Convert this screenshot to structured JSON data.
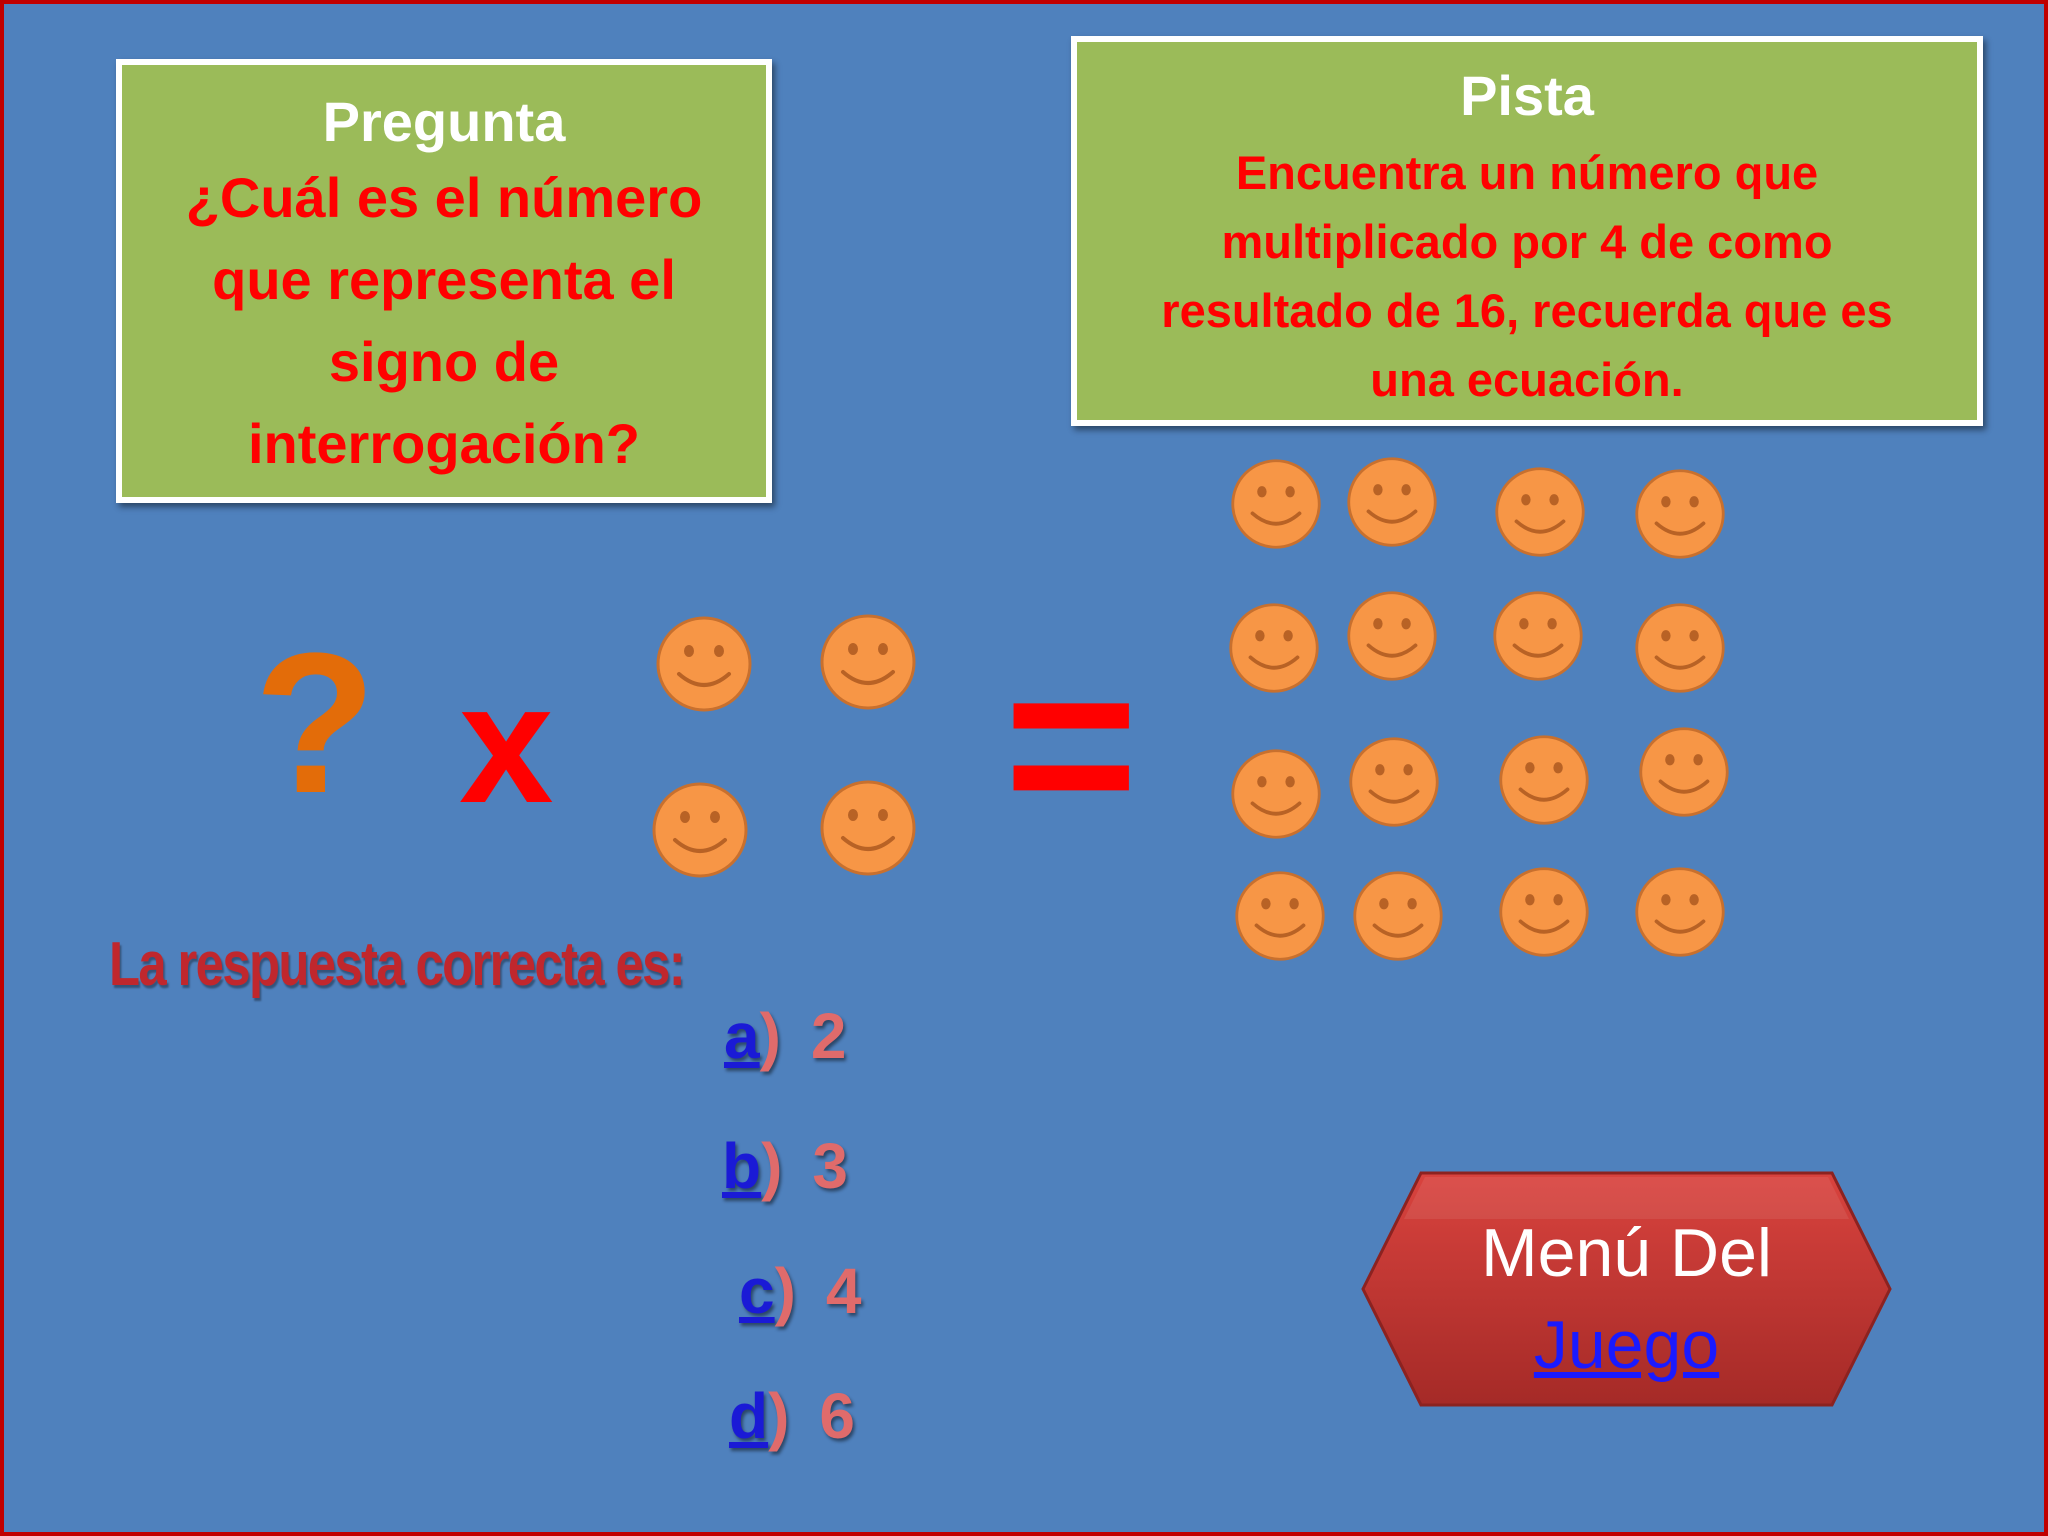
{
  "question": {
    "title": "Pregunta",
    "text": "¿Cuál es el número que  representa el signo de interrogación?"
  },
  "hint": {
    "title": "Pista",
    "text": "Encuentra un número que multiplicado por 4 de como resultado de 16, recuerda que es una ecuación."
  },
  "equation": {
    "unknown": "?",
    "operator": "x",
    "equals": "=",
    "multiplier_smileys": 4,
    "result_smileys": 16
  },
  "answer": {
    "prompt": "La respuesta correcta es:",
    "options": [
      {
        "letter": "a",
        "paren": ")",
        "value": "2"
      },
      {
        "letter": "b",
        "paren": ")",
        "value": "3"
      },
      {
        "letter": "c",
        "paren": ")",
        "value": "4"
      },
      {
        "letter": "d",
        "paren": ")",
        "value": "6"
      }
    ]
  },
  "menu": {
    "line1": "Menú Del",
    "link": "Juego"
  },
  "colors": {
    "background": "#4f81bd",
    "frame": "#c00000",
    "box_fill": "#9bbb59",
    "box_title": "#ffffff",
    "box_text": "#ff0000",
    "smiley": "#f79646",
    "question_mark": "#e36c09",
    "button": "#c0504d"
  },
  "icons": {
    "smiley": "smiley-face-icon"
  }
}
